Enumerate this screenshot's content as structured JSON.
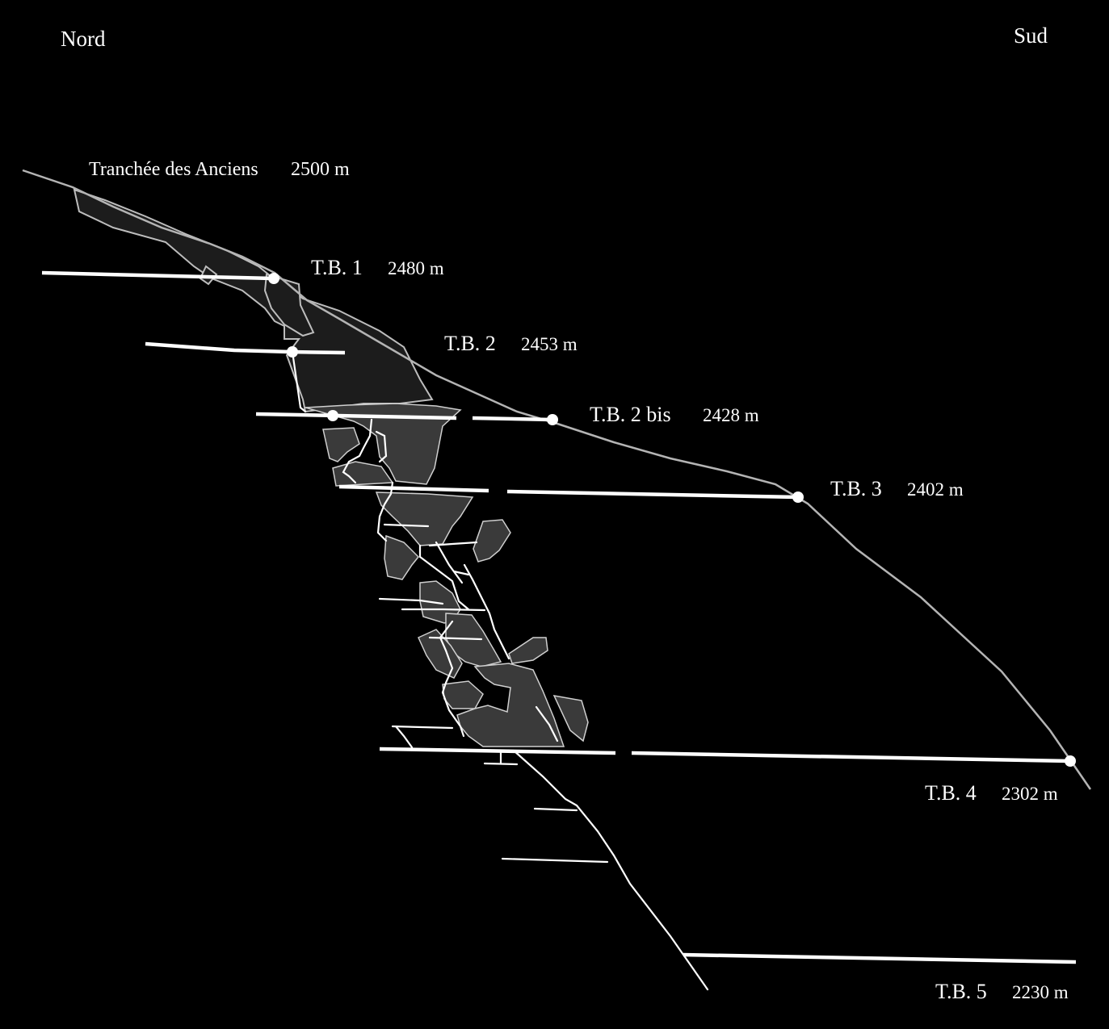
{
  "directions": {
    "left": "Nord",
    "right": "Sud"
  },
  "top_label": {
    "name": "Tranchée des Anciens",
    "elevation": "2500 m"
  },
  "levels": [
    {
      "id": "tb1",
      "name": "T.B. 1",
      "elevation": "2480 m"
    },
    {
      "id": "tb2",
      "name": "T.B. 2",
      "elevation": "2453 m"
    },
    {
      "id": "tb2bis",
      "name": "T.B. 2 bis",
      "elevation": "2428 m"
    },
    {
      "id": "tb3",
      "name": "T.B. 3",
      "elevation": "2402 m"
    },
    {
      "id": "tb4",
      "name": "T.B. 4",
      "elevation": "2302 m"
    },
    {
      "id": "tb5",
      "name": "T.B. 5",
      "elevation": "2230 m"
    }
  ],
  "colors": {
    "background": "#000000",
    "gallery": "#ffffff",
    "surface": "#b4b4b4",
    "ore_upper": "#1c1c1c",
    "ore_lower": "#3a3a3a"
  }
}
